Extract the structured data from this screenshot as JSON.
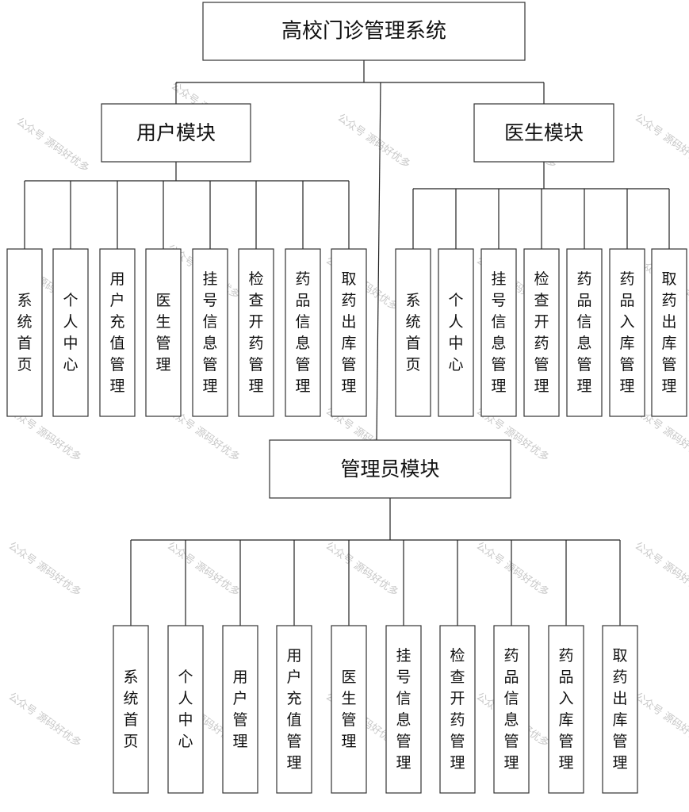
{
  "title": "高校门诊管理系统",
  "modules": [
    {
      "id": "user",
      "name": "用户模块",
      "items": [
        "系统首页",
        "个人中心",
        "用户充值管理",
        "医生管理",
        "挂号信息管理",
        "检查开药管理",
        "药品信息管理",
        "取药出库管理"
      ]
    },
    {
      "id": "doctor",
      "name": "医生模块",
      "items": [
        "系统首页",
        "个人中心",
        "挂号信息管理",
        "检查开药管理",
        "药品信息管理",
        "药品入库管理",
        "取药出库管理"
      ]
    },
    {
      "id": "admin",
      "name": "管理员模块",
      "items": [
        "系统首页",
        "个人中心",
        "用户管理",
        "用户充值管理",
        "医生管理",
        "挂号信息管理",
        "检查开药管理",
        "药品信息管理",
        "药品入库管理",
        "取药出库管理"
      ]
    }
  ],
  "watermark": "公众号 源码好优多"
}
